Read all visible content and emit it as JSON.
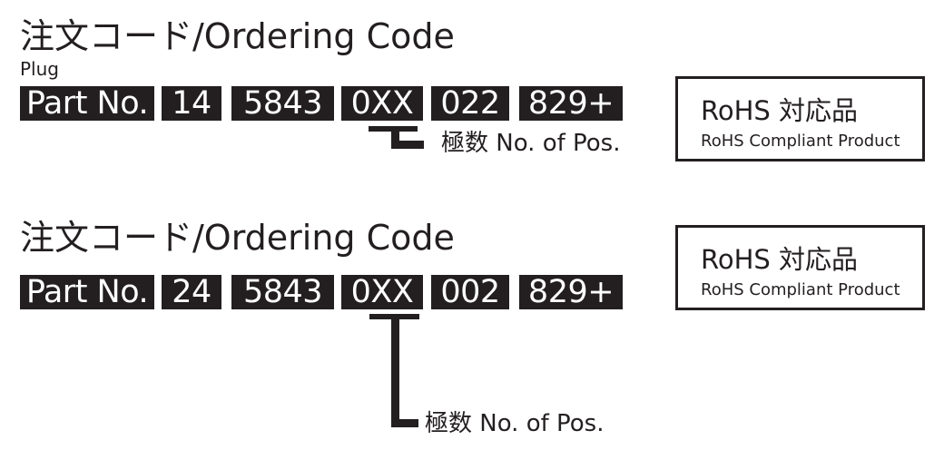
{
  "section1": {
    "title": "注文コード/Ordering Code",
    "subtitle": "Plug",
    "code_fields": [
      "Part No.",
      "14",
      "5843",
      "0XX",
      "022",
      "829+"
    ],
    "pos_label": "極数 No. of Pos."
  },
  "section2": {
    "title": "注文コード/Ordering Code",
    "code_fields": [
      "Part No.",
      "24",
      "5843",
      "0XX",
      "002",
      "829+"
    ],
    "pos_label": "極数 No. of Pos."
  },
  "rohs": {
    "title": "RoHS 対応品",
    "subtitle": "RoHS Compliant Product"
  },
  "colors": {
    "ink": "#231f20",
    "background": "#ffffff"
  }
}
